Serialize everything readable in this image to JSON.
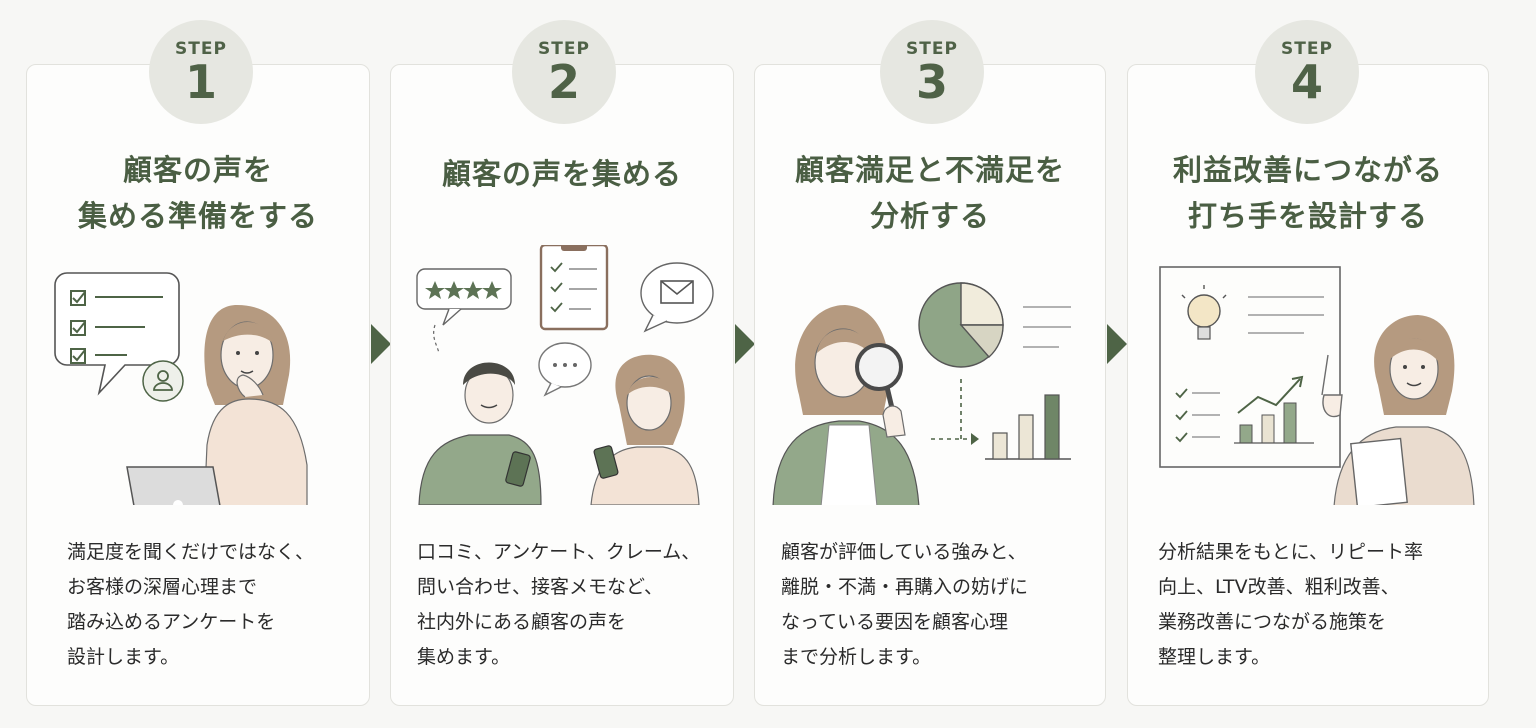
{
  "steps": [
    {
      "step_label": "STEP",
      "number": "1",
      "title_lines": [
        "顧客の声を",
        "集める準備をする"
      ],
      "description_lines": [
        "満足度を聞くだけではなく、",
        "お客様の深層心理まで",
        "踏み込めるアンケートを",
        "設計します。"
      ]
    },
    {
      "step_label": "STEP",
      "number": "2",
      "title_lines": [
        "顧客の声を集める"
      ],
      "description_lines": [
        "口コミ、アンケート、クレーム、",
        "問い合わせ、接客メモなど、",
        "社内外にある顧客の声を",
        "集めます。"
      ]
    },
    {
      "step_label": "STEP",
      "number": "3",
      "title_lines": [
        "顧客満足と不満足を",
        "分析する"
      ],
      "description_lines": [
        "顧客が評価している強みと、",
        "離脱・不満・再購入の妨げに",
        "なっている要因を顧客心理",
        "まで分析します。"
      ]
    },
    {
      "step_label": "STEP",
      "number": "4",
      "title_lines": [
        "利益改善につながる",
        "打ち手を設計する"
      ],
      "description_lines": [
        "分析結果をもとに、リピート率",
        "向上、LTV改善、粗利改善、",
        "業務改善につながる施策を",
        "整理します。"
      ]
    }
  ],
  "colors": {
    "accent_green": "#4e6446",
    "badge_bg": "#e6e7e1",
    "card_border": "#e2e2dd",
    "skin": "#f3e3d6",
    "hair": "#b59a80"
  },
  "icons": [
    "checklist-icon",
    "user-icon",
    "laptop-icon",
    "star-rating-icon",
    "clipboard-icon",
    "chat-bubble-icon",
    "mail-icon",
    "smartphone-icon",
    "magnifying-glass-icon",
    "pie-chart-icon",
    "bar-chart-icon",
    "lightbulb-icon",
    "trend-chart-icon",
    "document-icon"
  ]
}
